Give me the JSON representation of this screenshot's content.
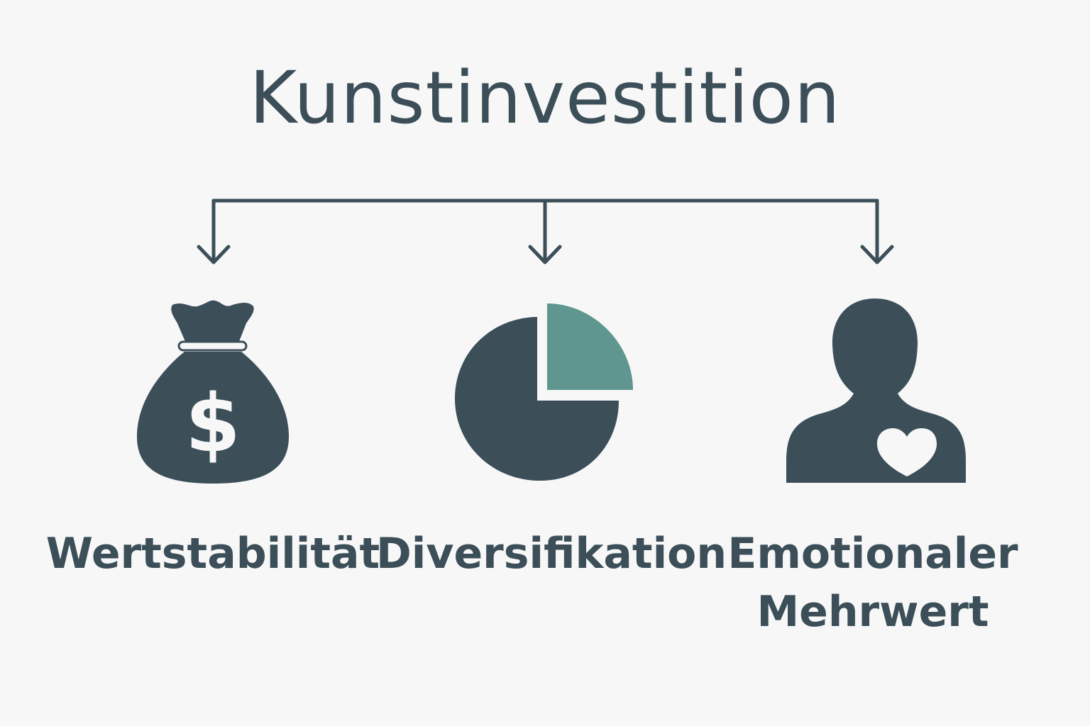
{
  "title": "Kunstinvestition",
  "colors": {
    "primary": "#3c4f59",
    "accent": "#5f968f",
    "background": "#f7f7f7"
  },
  "branches": [
    {
      "label": "Wertstabilität",
      "icon": "money-bag-icon"
    },
    {
      "label": "Diversifikation",
      "icon": "pie-chart-icon"
    },
    {
      "label_line1": "Emotionaler",
      "label_line2": "Mehrwert",
      "icon": "person-heart-icon"
    }
  ]
}
